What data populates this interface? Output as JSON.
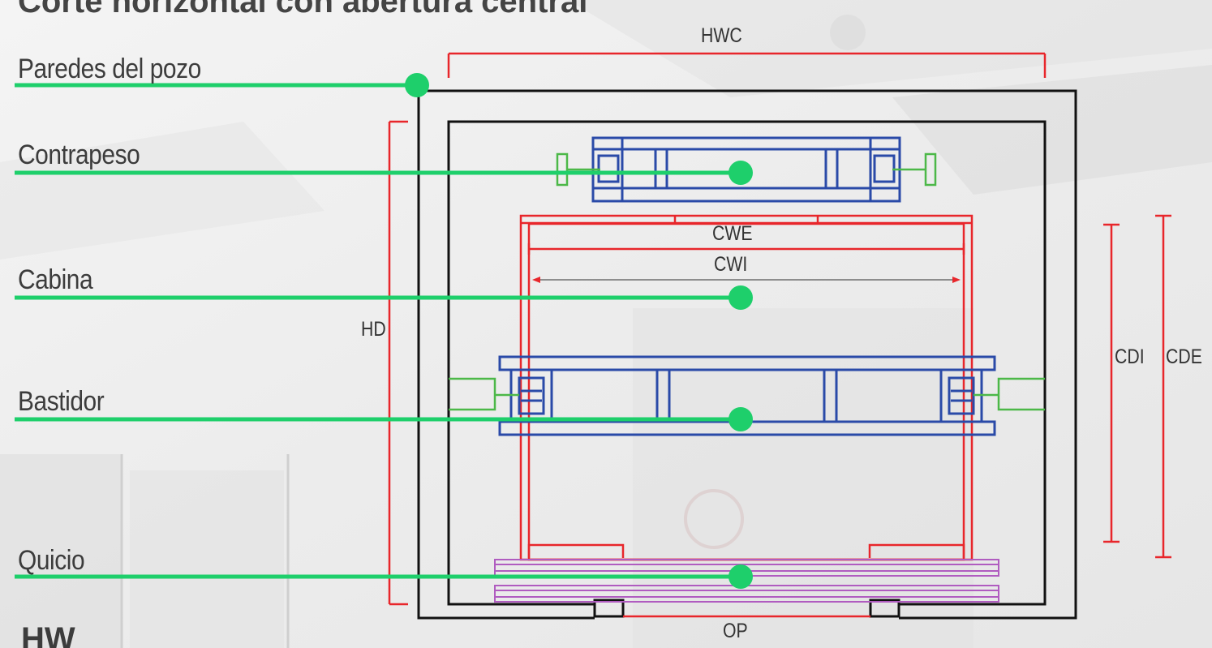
{
  "title": "Corte horizontal con abertura central",
  "labels": {
    "shaft_walls": "Paredes del pozo",
    "counterweight": "Contrapeso",
    "cabin": "Cabina",
    "frame": "Bastidor",
    "sill": "Quicio"
  },
  "dimensions": {
    "hwc": "HWC",
    "hd": "HD",
    "cwe": "CWE",
    "cwi": "CWI",
    "cdi": "CDI",
    "cde": "CDE",
    "op": "OP",
    "hw": "HW"
  },
  "colors": {
    "leader": "#1ecf6b",
    "dimension": "#e8262b",
    "frame": "#2a4aa8",
    "guide": "#4cb848",
    "sill": "#b05cc0",
    "wall": "#111111"
  }
}
